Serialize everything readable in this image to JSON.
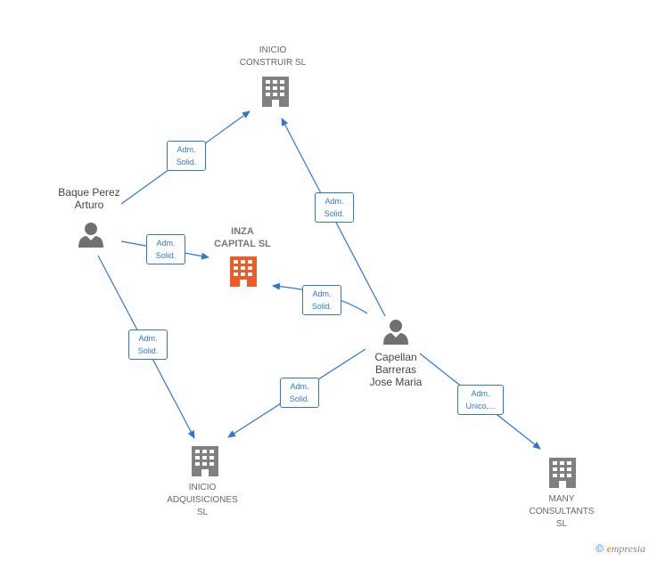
{
  "nodes": {
    "inicio_construir": {
      "line1": "INICIO",
      "line2": "CONSTRUIR SL"
    },
    "inza_capital": {
      "line1": "INZA",
      "line2": "CAPITAL SL"
    },
    "inicio_adquisiciones": {
      "line1": "INICIO",
      "line2": "ADQUISICIONES",
      "line3": "SL"
    },
    "many_consultants": {
      "line1": "MANY",
      "line2": "CONSULTANTS",
      "line3": "SL"
    },
    "baque_perez": {
      "line1": "Baque Perez",
      "line2": "Arturo"
    },
    "capellan": {
      "line1": "Capellan",
      "line2": "Barreras",
      "line3": "Jose Maria"
    }
  },
  "edges": {
    "e1": {
      "line1": "Adm.",
      "line2": "Solid."
    },
    "e2": {
      "line1": "Adm.",
      "line2": "Solid."
    },
    "e3": {
      "line1": "Adm.",
      "line2": "Solid."
    },
    "e4": {
      "line1": "Adm.",
      "line2": "Solid."
    },
    "e5": {
      "line1": "Adm.",
      "line2": "Solid."
    },
    "e6": {
      "line1": "Adm.",
      "line2": "Solid."
    },
    "e7": {
      "line1": "Adm.",
      "line2": "Unico,..."
    }
  },
  "footer": {
    "copyright": "©",
    "brand_e": "e",
    "brand_rest": "mpresia"
  },
  "colors": {
    "edge": "#2e77d0",
    "company": "#808080",
    "focus_company": "#f05a28",
    "person": "#707070"
  }
}
